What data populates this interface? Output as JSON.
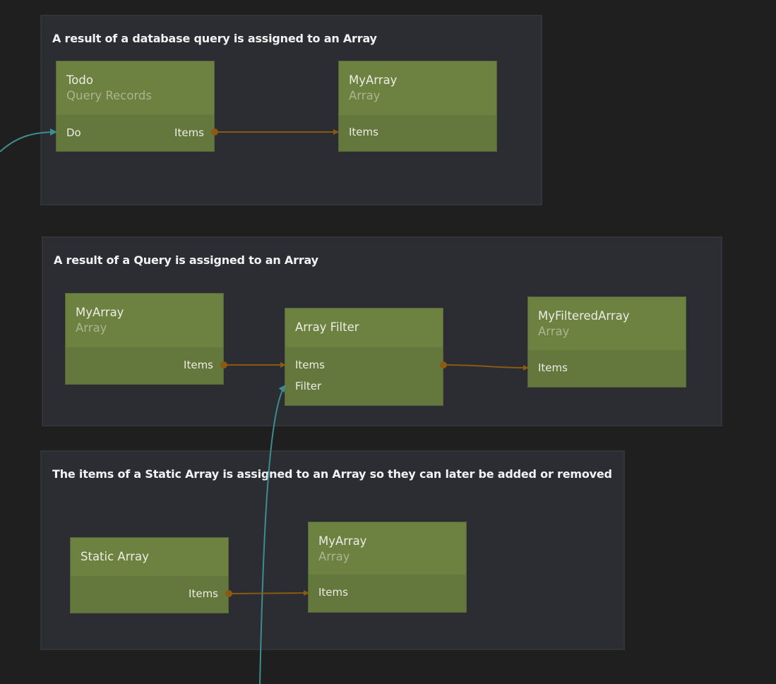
{
  "groups": [
    {
      "title": "A result of a database query is assigned to an Array"
    },
    {
      "title": "A result of a Query is assigned to an Array"
    },
    {
      "title": "The items of a Static Array is assigned to an Array so they can later be added or removed"
    }
  ],
  "nodes": {
    "todo": {
      "title": "Todo",
      "subtitle": "Query Records",
      "inputs": [
        "Do"
      ],
      "outputs": [
        "Items"
      ]
    },
    "myarray1": {
      "title": "MyArray",
      "subtitle": "Array",
      "inputs": [
        "Items"
      ]
    },
    "myarray2": {
      "title": "MyArray",
      "subtitle": "Array",
      "outputs": [
        "Items"
      ]
    },
    "arrayfilter": {
      "title": "Array Filter",
      "inputs": [
        "Items",
        "Filter"
      ]
    },
    "myfiltered": {
      "title": "MyFilteredArray",
      "subtitle": "Array",
      "inputs": [
        "Items"
      ]
    },
    "staticarray": {
      "title": "Static Array",
      "outputs": [
        "Items"
      ]
    },
    "myarray3": {
      "title": "MyArray",
      "subtitle": "Array",
      "inputs": [
        "Items"
      ]
    }
  },
  "colors": {
    "background": "#1f1f1f",
    "group": "#2c2d33",
    "node_header": "#6d8240",
    "node_body": "#64773c",
    "data_wire": "#8a5a10",
    "signal_wire": "#3f8c8f"
  }
}
